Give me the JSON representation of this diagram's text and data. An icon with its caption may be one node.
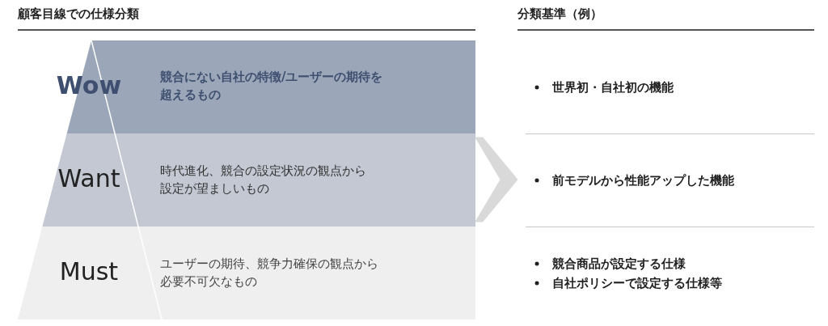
{
  "diagram": {
    "title": "顧客目線での仕様分類",
    "nodes": [
      {
        "text": [
          "Wow",
          "競合にない自社の特徴/ユーザーの期待を超えるもの"
        ]
      },
      {
        "text": [
          "Want",
          "時代進化、競合の設定状況の観点から設定が望ましいもの"
        ]
      },
      {
        "text": [
          "Must",
          "ユーザーの期待、競争力確保の観点から必要不可欠なもの"
        ]
      },
      {
        "text": [
          "世界初・自社初の機能"
        ]
      },
      {
        "text": [
          "前モデルから性能アップした機能"
        ]
      },
      {
        "text": [
          "競合商品が設定する仕様",
          "自社ポリシーで設定する仕様等"
        ]
      }
    ],
    "edges": [
      {
        "from": 1,
        "to": 4,
        "arrow": "to"
      }
    ],
    "labels": [
      "分類基準（例）"
    ]
  }
}
